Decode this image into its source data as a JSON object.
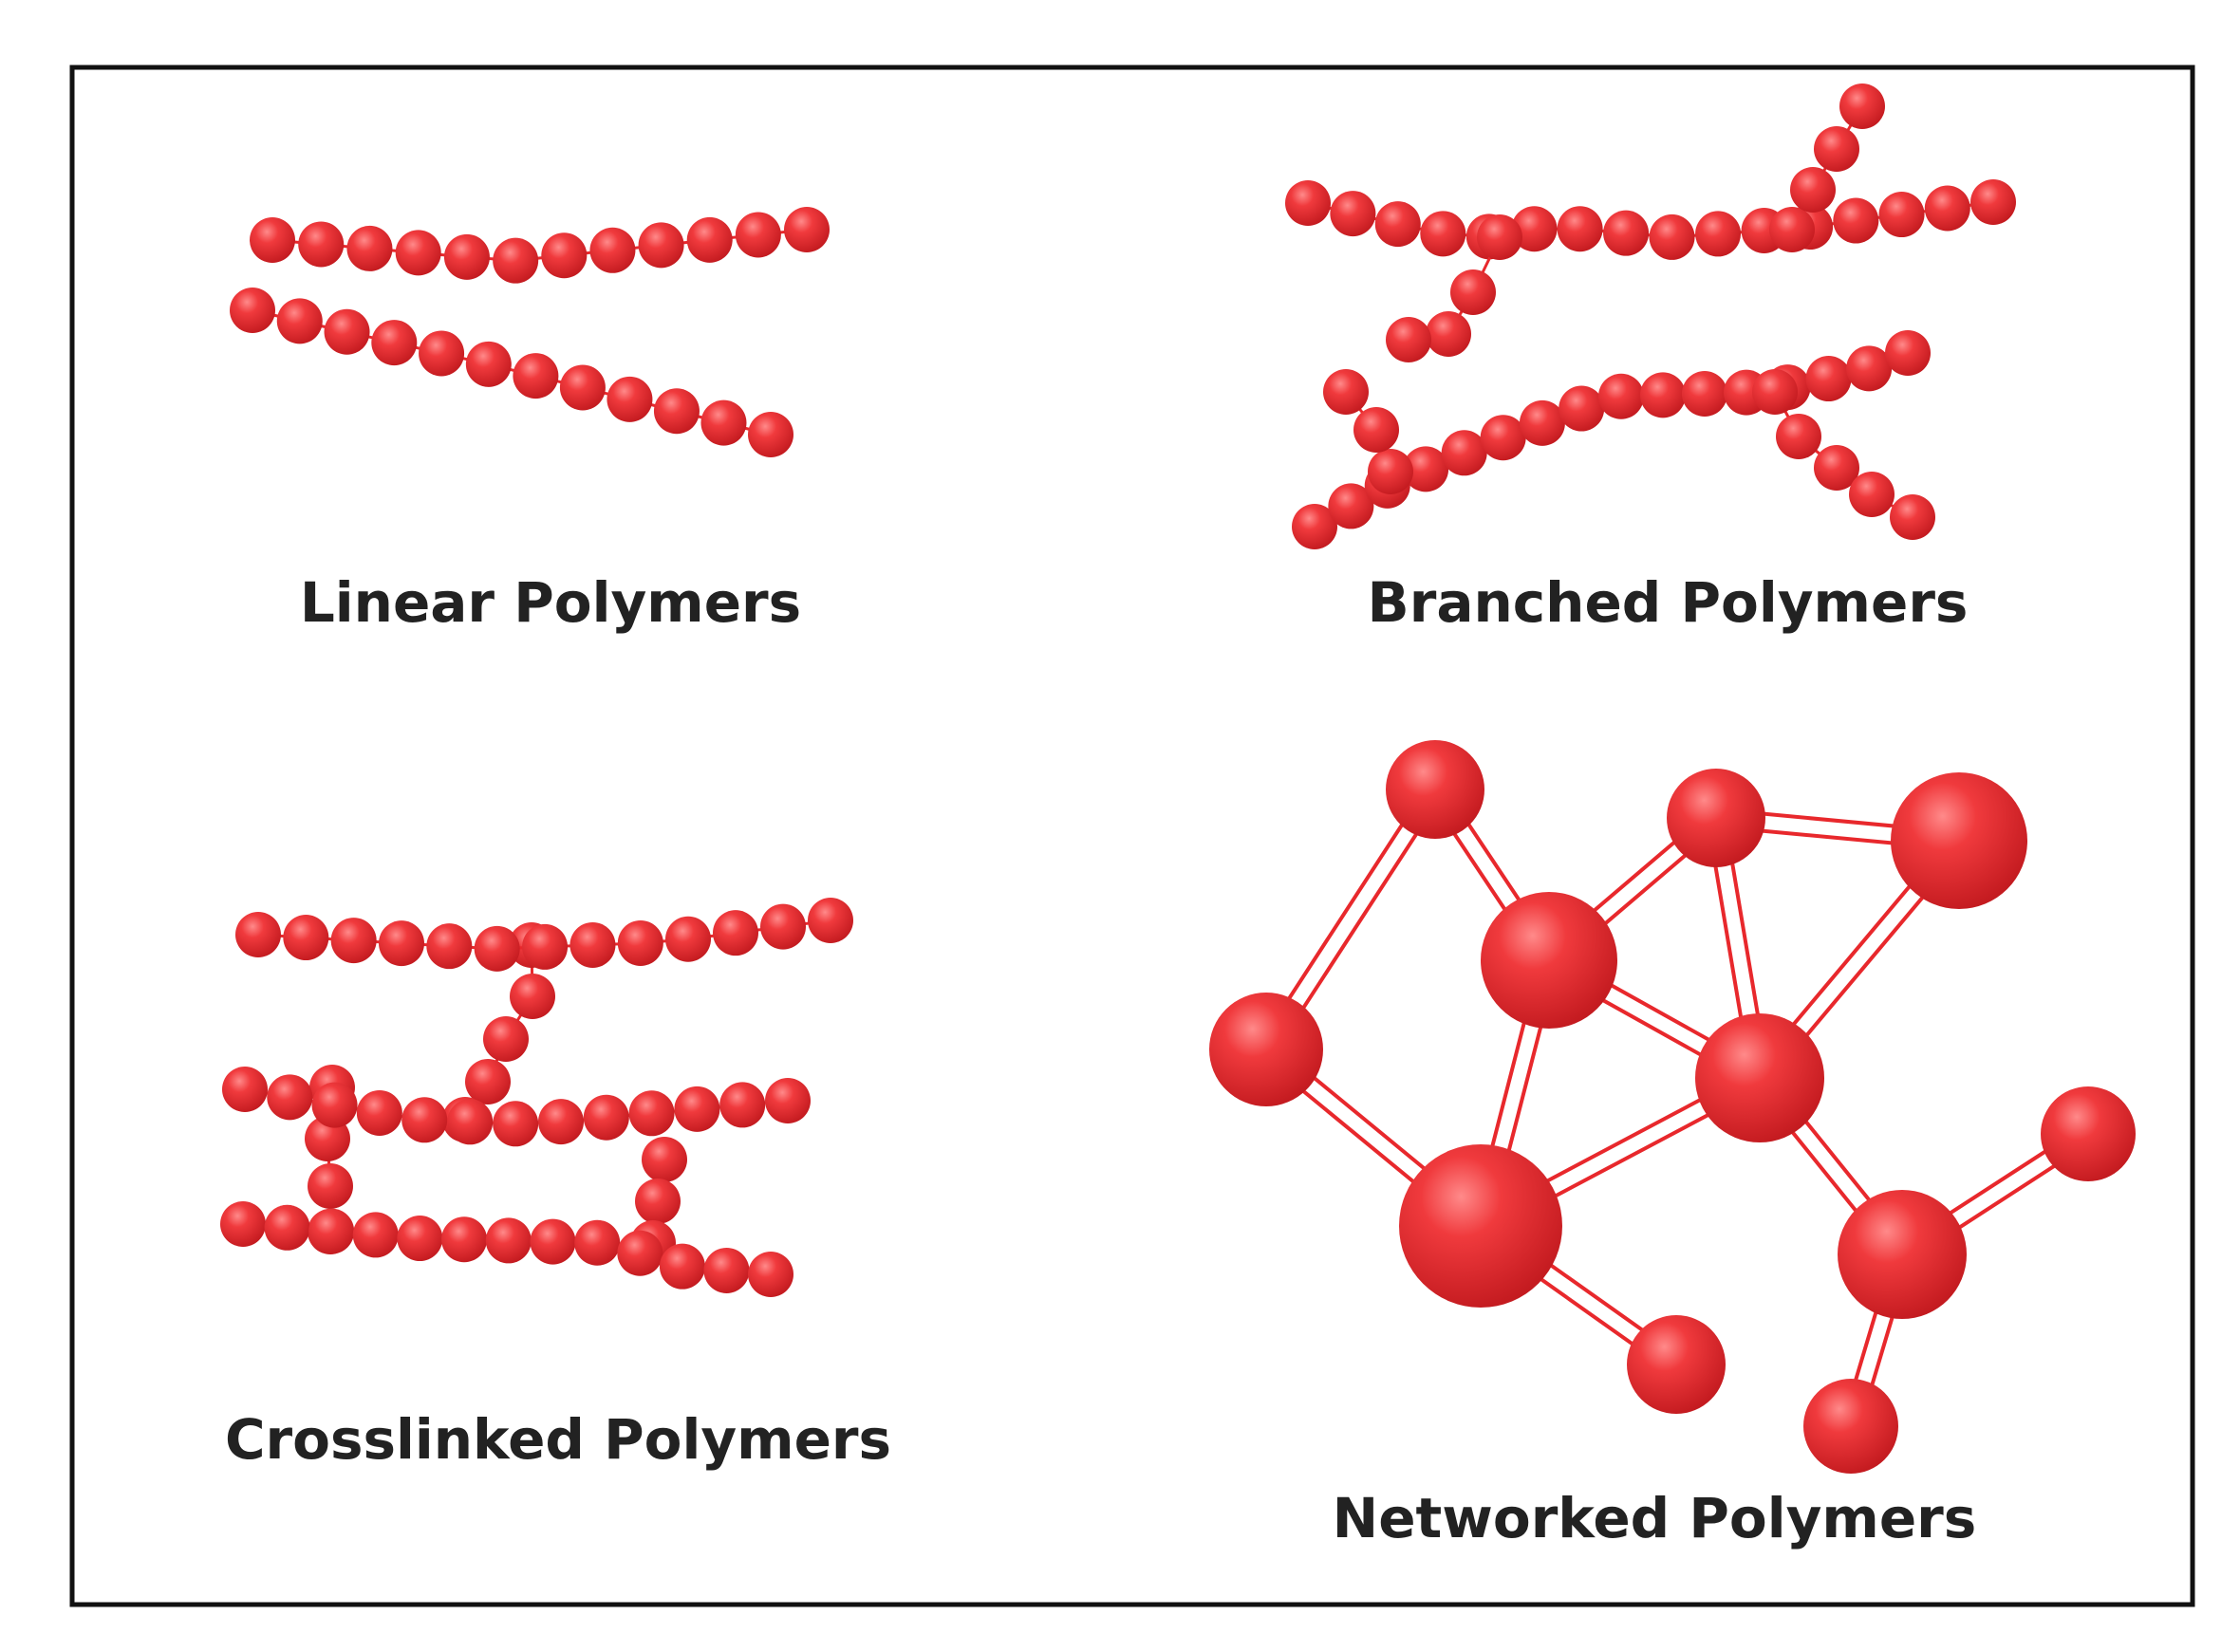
{
  "panels": {
    "linear": {
      "label": "Linear Polymers"
    },
    "branched": {
      "label": "Branched Polymers"
    },
    "crosslinked": {
      "label": "Crosslinked Polymers"
    },
    "networked": {
      "label": "Networked Polymers"
    }
  },
  "colors": {
    "bead": "#e8282c",
    "bead_highlight": "#ff8a8a",
    "bead_shadow": "#b3151a",
    "bond": "#e8282c",
    "frame": "#111111",
    "text": "#222222"
  }
}
